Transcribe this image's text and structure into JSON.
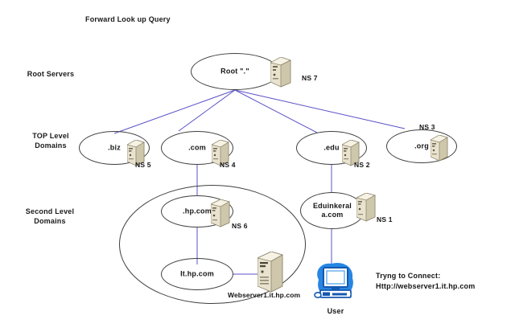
{
  "diagram": {
    "title": "Forward Look up Query",
    "tiers": [
      {
        "id": "root",
        "label": "Root Servers"
      },
      {
        "id": "tld",
        "label": "TOP Level\nDomains",
        "line1": "TOP Level",
        "line2": "Domains"
      },
      {
        "id": "sld",
        "label": "Second Level\nDomains",
        "line1": "Second Level",
        "line2": "Domains"
      }
    ],
    "nodes": [
      {
        "id": "root",
        "label": "Root \".\"",
        "ns": "NS 7"
      },
      {
        "id": "biz",
        "label": ".biz",
        "ns": "NS 5"
      },
      {
        "id": "com",
        "label": ".com",
        "ns": "NS 4"
      },
      {
        "id": "edu",
        "label": ".edu",
        "ns": "NS 2"
      },
      {
        "id": "org",
        "label": ".org",
        "ns": "NS 3"
      },
      {
        "id": "hpcom",
        "label": ".hp.com",
        "ns": "NS 6"
      },
      {
        "id": "eduinkerala",
        "label_line1": "Eduinkeral",
        "label_line2": "a.com",
        "ns": "NS 1"
      },
      {
        "id": "ithpcom",
        "label": "It.hp.com",
        "ns": ""
      }
    ],
    "webserver": {
      "label": "Webserver1.it.hp.com"
    },
    "user": {
      "label": "User",
      "connect_line1": "Tryng to Connect:",
      "connect_line2": "Http://webserver1.it.hp.com"
    },
    "colors": {
      "edge": "#5a52c8",
      "ellipse_stroke": "#3f3f3f",
      "server_body": "#e8e2cf",
      "server_top": "#f6f2e4",
      "server_side": "#b7ae94",
      "user_blue": "#1a6fd4",
      "text": "#141414",
      "background": "#ffffff"
    }
  }
}
